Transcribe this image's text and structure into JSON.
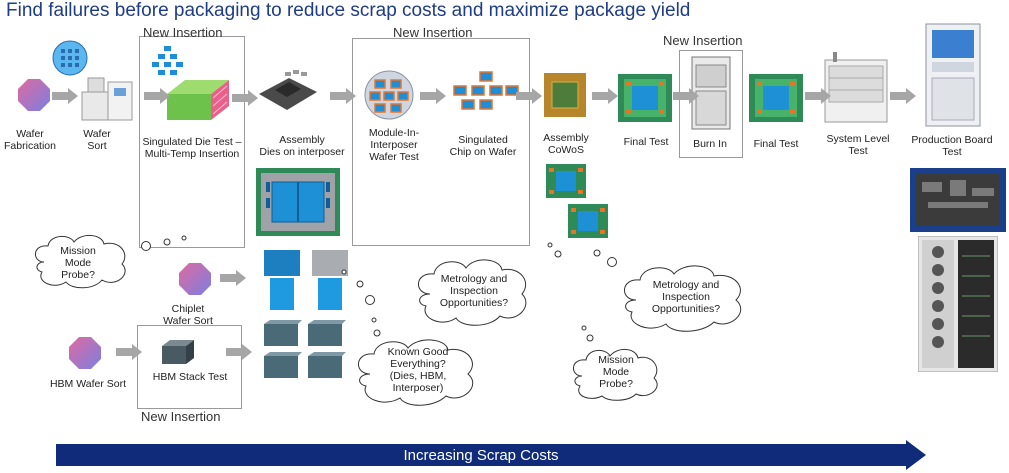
{
  "title": "Find failures before packaging to reduce scrap costs and maximize package yield",
  "insertions": {
    "top1": "New Insertion",
    "top2": "New Insertion",
    "top3": "New Insertion",
    "bottom": "New Insertion"
  },
  "steps": {
    "wafer_fab": "Wafer\nFabrication",
    "wafer_sort": "Wafer\nSort",
    "singulated_die": "Singulated Die Test –\nMulti-Temp Insertion",
    "assembly_dies": "Assembly\nDies on interposer",
    "module_in_interposer": "Module-In-\nInterposer\nWafer Test",
    "singulated_chip": "Singulated\nChip on Wafer",
    "assembly_cowos": "Assembly\nCoWoS",
    "final_test_1": "Final Test",
    "burn_in": "Burn In",
    "final_test_2": "Final Test",
    "system_level": "System Level\nTest",
    "production_board": "Production Board\nTest",
    "chiplet_sort": "Chiplet\nWafer Sort",
    "hbm_sort": "HBM Wafer Sort",
    "hbm_stack": "HBM Stack Test"
  },
  "clouds": {
    "mission_left": "Mission\nMode\nProbe?",
    "metrology_mid": "Metrology and\nInspection\nOpportunities?",
    "metrology_right": "Metrology and\nInspection\nOpportunities?",
    "known_good": "Known Good\nEverything?\n(Dies, HBM,\nInterposer)",
    "mission_right": "Mission\nMode\nProbe?"
  },
  "bottom_arrow": "Increasing Scrap Costs",
  "colors": {
    "title": "#1f3c88",
    "arrow_gray": "#a6a6a6",
    "big_arrow": "#0f2b7a",
    "chip_green": "#2e8b57",
    "chip_blue": "#1e90d6",
    "chip_orange": "#e8742a"
  }
}
